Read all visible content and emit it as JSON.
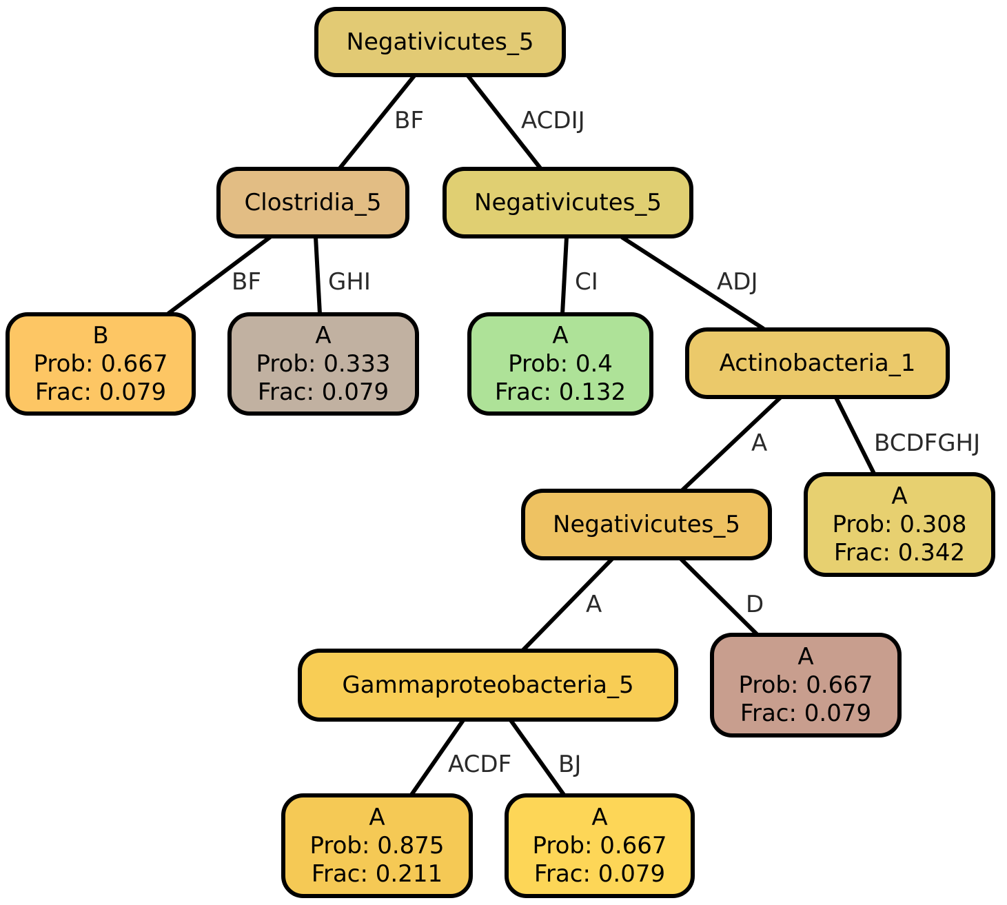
{
  "nodes": [
    {
      "id": "n0",
      "lines": [
        "Negativicutes_5"
      ],
      "color": "#e2ca74"
    },
    {
      "id": "n1",
      "lines": [
        "Clostridia_5"
      ],
      "color": "#e2bd84"
    },
    {
      "id": "n2",
      "lines": [
        "Negativicutes_5"
      ],
      "color": "#e0cf72"
    },
    {
      "id": "n3",
      "lines": [
        "B",
        "Prob: 0.667",
        "Frac: 0.079"
      ],
      "color": "#fdc664"
    },
    {
      "id": "n4",
      "lines": [
        "A",
        "Prob: 0.333",
        "Frac: 0.079"
      ],
      "color": "#c1b1a1"
    },
    {
      "id": "n5",
      "lines": [
        "A",
        "Prob: 0.4",
        "Frac: 0.132"
      ],
      "color": "#aee298"
    },
    {
      "id": "n6",
      "lines": [
        "Actinobacteria_1"
      ],
      "color": "#ebc96a"
    },
    {
      "id": "n7",
      "lines": [
        "Negativicutes_5"
      ],
      "color": "#eec262"
    },
    {
      "id": "n8",
      "lines": [
        "A",
        "Prob: 0.308",
        "Frac: 0.342"
      ],
      "color": "#e7d070"
    },
    {
      "id": "n9",
      "lines": [
        "Gammaproteobacteria_5"
      ],
      "color": "#f8cd55"
    },
    {
      "id": "n10",
      "lines": [
        "A",
        "Prob: 0.667",
        "Frac: 0.079"
      ],
      "color": "#c89e8e"
    },
    {
      "id": "n11",
      "lines": [
        "A",
        "Prob: 0.875",
        "Frac: 0.211"
      ],
      "color": "#f5c955"
    },
    {
      "id": "n12",
      "lines": [
        "A",
        "Prob: 0.667",
        "Frac: 0.079"
      ],
      "color": "#fdd657"
    }
  ],
  "edges": [
    {
      "from": "n0",
      "to": "n1",
      "label": "BF"
    },
    {
      "from": "n0",
      "to": "n2",
      "label": "ACDIJ"
    },
    {
      "from": "n1",
      "to": "n3",
      "label": "BF"
    },
    {
      "from": "n1",
      "to": "n4",
      "label": "GHI"
    },
    {
      "from": "n2",
      "to": "n5",
      "label": "CI"
    },
    {
      "from": "n2",
      "to": "n6",
      "label": "ADJ"
    },
    {
      "from": "n6",
      "to": "n7",
      "label": "A"
    },
    {
      "from": "n6",
      "to": "n8",
      "label": "BCDFGHJ"
    },
    {
      "from": "n7",
      "to": "n9",
      "label": "A"
    },
    {
      "from": "n7",
      "to": "n10",
      "label": "D"
    },
    {
      "from": "n9",
      "to": "n11",
      "label": "ACDF"
    },
    {
      "from": "n9",
      "to": "n12",
      "label": "BJ"
    }
  ]
}
